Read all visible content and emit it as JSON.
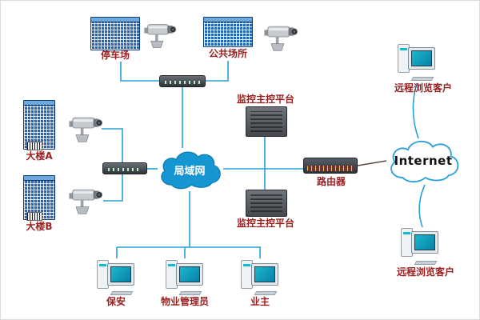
{
  "nodes": {
    "parking": {
      "label": "停车场"
    },
    "public_place": {
      "label": "公共场所"
    },
    "building_a": {
      "label": "大楼A"
    },
    "building_b": {
      "label": "大楼B"
    },
    "lan": {
      "label": "局域网"
    },
    "monitor_top": {
      "label": "监控主控平台"
    },
    "monitor_bottom": {
      "label": "监控主控平台"
    },
    "router": {
      "label": "路由器"
    },
    "internet": {
      "label": "Internet"
    },
    "remote_client_top": {
      "label": "远程浏览客户"
    },
    "remote_client_bottom": {
      "label": "远程浏览客户"
    },
    "security_guard": {
      "label": "保安"
    },
    "property_manager": {
      "label": "物业管理员"
    },
    "owner": {
      "label": "业主"
    }
  },
  "colors": {
    "connector": "#2aa0d8",
    "connector_dark": "#5a4a44",
    "label_text": "#9a1f1f",
    "lan_cloud_fill": "#1596d2",
    "internet_fill": "#ffffff",
    "screen_teal": "#18b9cf"
  }
}
